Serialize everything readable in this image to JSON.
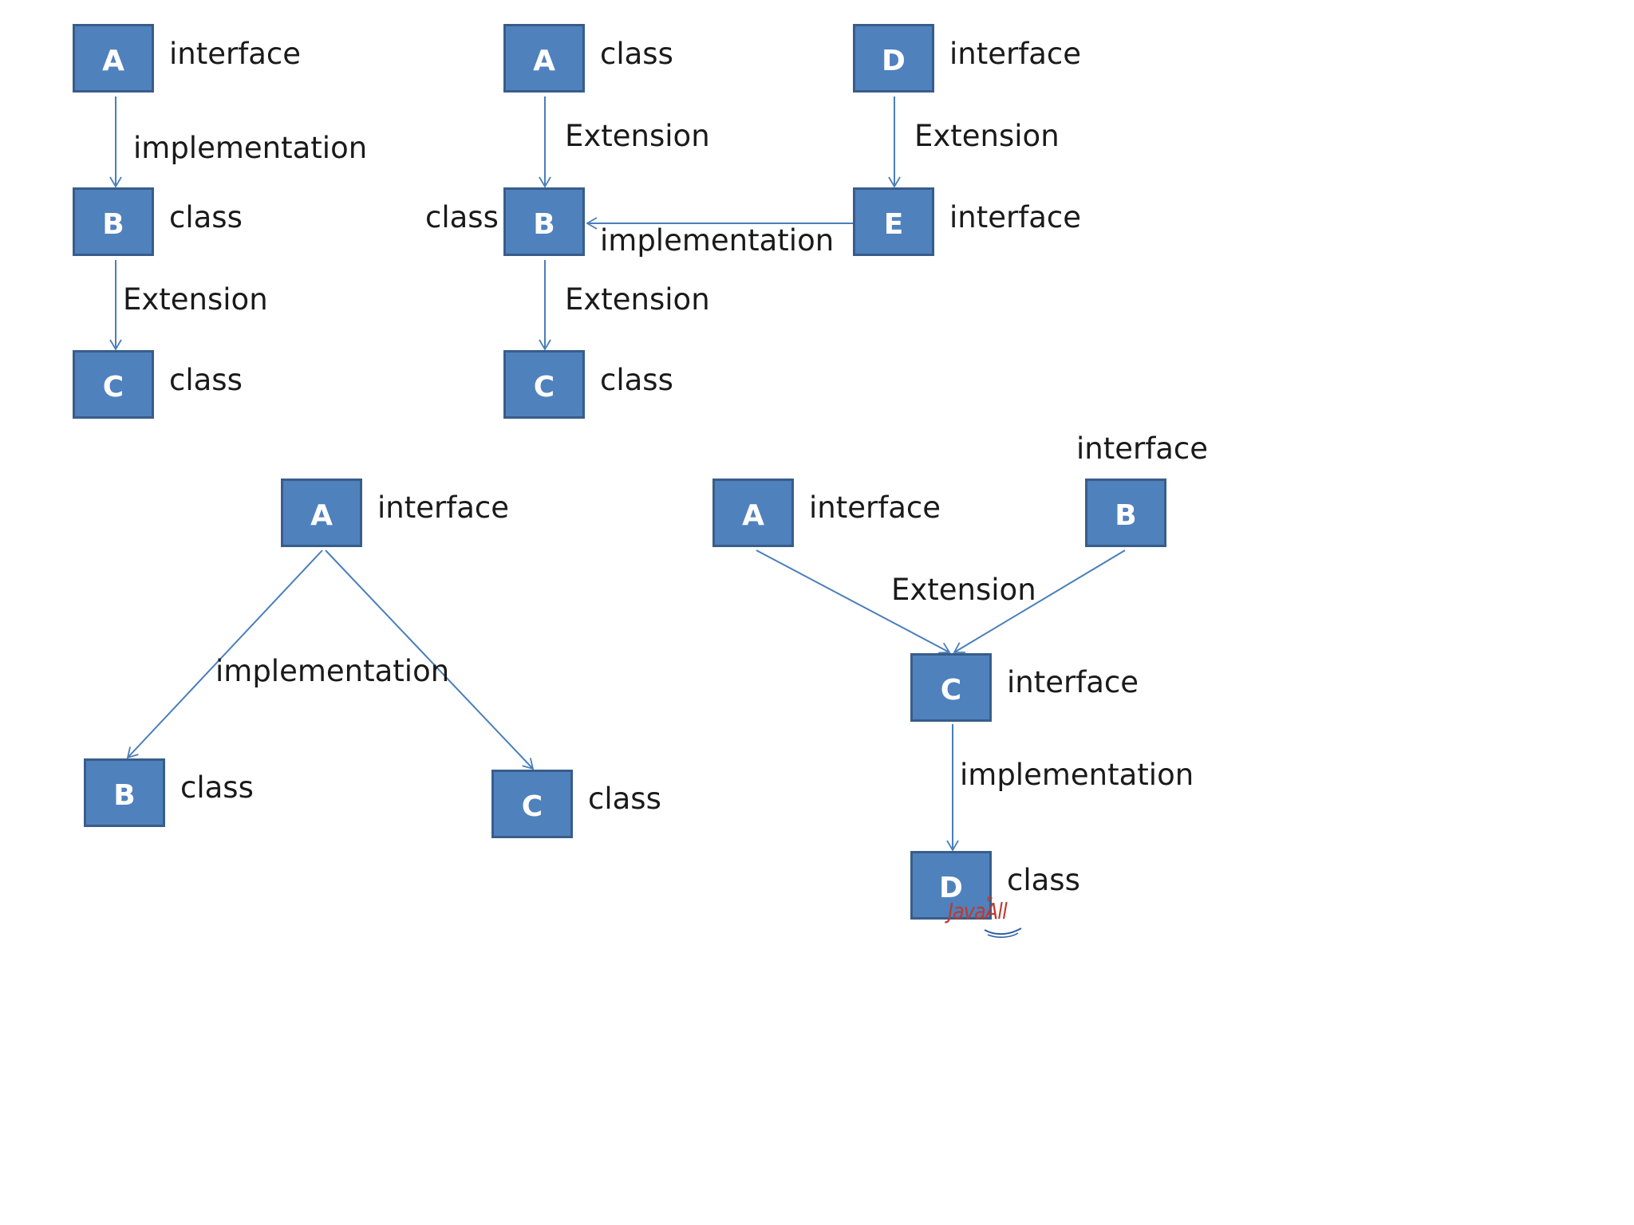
{
  "colors": {
    "node_fill": "#4f81bd",
    "node_border": "#385d8a",
    "node_text": "#ffffff",
    "arrow": "#4a7ebb",
    "label": "#1a1a1a",
    "watermark": "#c0392b"
  },
  "diagrams": [
    {
      "nodes": [
        {
          "letter": "A",
          "type": "interface"
        },
        {
          "letter": "B",
          "type": "class"
        },
        {
          "letter": "C",
          "type": "class"
        }
      ],
      "edges": [
        {
          "from": "A",
          "to": "B",
          "label": "implementation"
        },
        {
          "from": "B",
          "to": "C",
          "label": "Extension"
        }
      ]
    },
    {
      "nodes": [
        {
          "letter": "A",
          "type": "class"
        },
        {
          "letter": "B",
          "type": "class"
        },
        {
          "letter": "C",
          "type": "class"
        },
        {
          "letter": "D",
          "type": "interface"
        },
        {
          "letter": "E",
          "type": "interface"
        }
      ],
      "edges": [
        {
          "from": "A",
          "to": "B",
          "label": "Extension"
        },
        {
          "from": "D",
          "to": "E",
          "label": "Extension"
        },
        {
          "from": "E",
          "to": "B",
          "label": "implementation"
        },
        {
          "from": "B",
          "to": "C",
          "label": "Extension"
        }
      ]
    },
    {
      "nodes": [
        {
          "letter": "A",
          "type": "interface"
        },
        {
          "letter": "B",
          "type": "class"
        },
        {
          "letter": "C",
          "type": "class"
        }
      ],
      "edges": [
        {
          "from": "A",
          "to": "B",
          "label": "implementation"
        },
        {
          "from": "A",
          "to": "C"
        }
      ]
    },
    {
      "nodes": [
        {
          "letter": "A",
          "type": "interface"
        },
        {
          "letter": "B",
          "type": "interface"
        },
        {
          "letter": "C",
          "type": "interface"
        },
        {
          "letter": "D",
          "type": "class"
        }
      ],
      "edges": [
        {
          "from": "A",
          "to": "C",
          "label": "Extension"
        },
        {
          "from": "B",
          "to": "C"
        },
        {
          "from": "C",
          "to": "D",
          "label": "implementation"
        }
      ]
    }
  ],
  "watermark": {
    "text": "JavaAll",
    "icon": "java-coffee-cup-icon"
  }
}
